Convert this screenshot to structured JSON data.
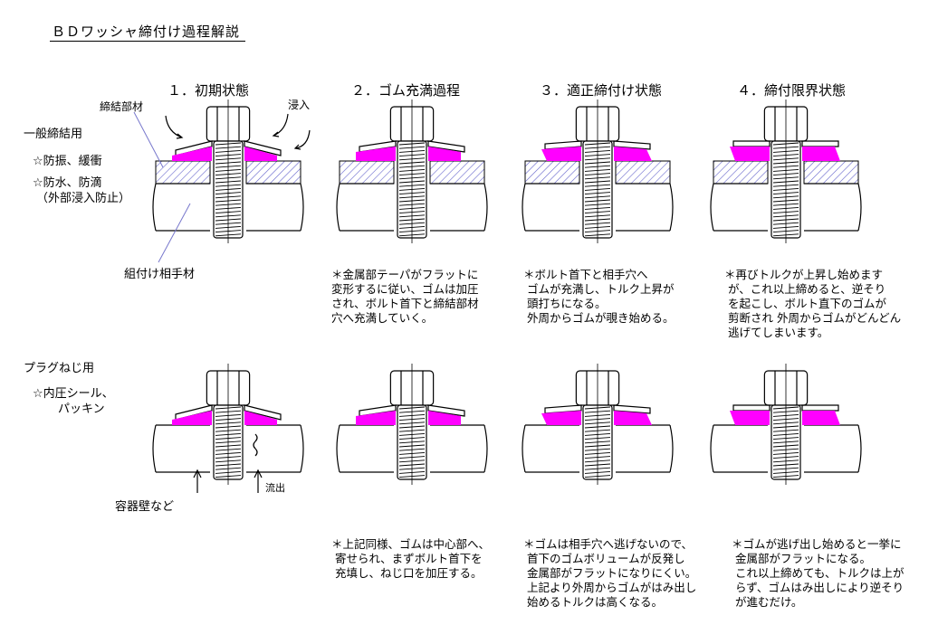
{
  "title": "ＢＤワッシャ締付け過程解説",
  "stages": [
    "１．初期状態",
    "２．ゴム充満過程",
    "３．適正締付け状態",
    "４．締付限界状態"
  ],
  "labels": {
    "fastened_member": "締結部材",
    "intrusion": "浸入",
    "mating_member": "組付け相手材",
    "container_wall": "容器壁など",
    "outflow": "流出"
  },
  "general": {
    "heading": "一般締結用",
    "items": [
      "☆防振、緩衝",
      "☆防水、防滴",
      "（外部浸入防止）"
    ]
  },
  "plug": {
    "heading": "プラグねじ用",
    "items": [
      "☆内圧シール、",
      "パッキン"
    ]
  },
  "notes_top": [
    "＊金属部テーパがフラットに\n変形するに従い、ゴムは加圧\nされ、ボルト首下と締結部材\n穴へ充満していく。",
    "＊ボルト首下と相手穴へ\n ゴムが充満し、トルク上昇が\n 頭打ちになる。\n 外周からゴムが覗き始める。",
    "＊再びトルクが上昇し始めます\n が、これ以上締めると、逆そり\n を起こし、ボルト直下のゴムが\n 剪断され 外周からゴムがどんどん\n 逃げてしまいます。"
  ],
  "notes_bottom": [
    "＊上記同様、ゴムは中心部へ、\n 寄せられ、まずボルト首下を\n 充填し、ねじ口を加圧する。",
    "＊ゴムは相手穴へ逃げないので、\n 首下のゴムボリュームが反発し\n 金属部がフラットになりにくい。\n 上記より外周からゴムがはみ出し\n 始めるトルクは高くなる。",
    "＊ゴムが逃げ出し始めると一挙に\n 金属部がフラットになる。\n これ以上締めても、トルクは上が\n らず、ゴムはみ出しにより逆そり\n が進むだけ。"
  ],
  "colors": {
    "rubber": "#ff00ff",
    "hatch": "#6666cc",
    "leader": "#7777cc"
  }
}
